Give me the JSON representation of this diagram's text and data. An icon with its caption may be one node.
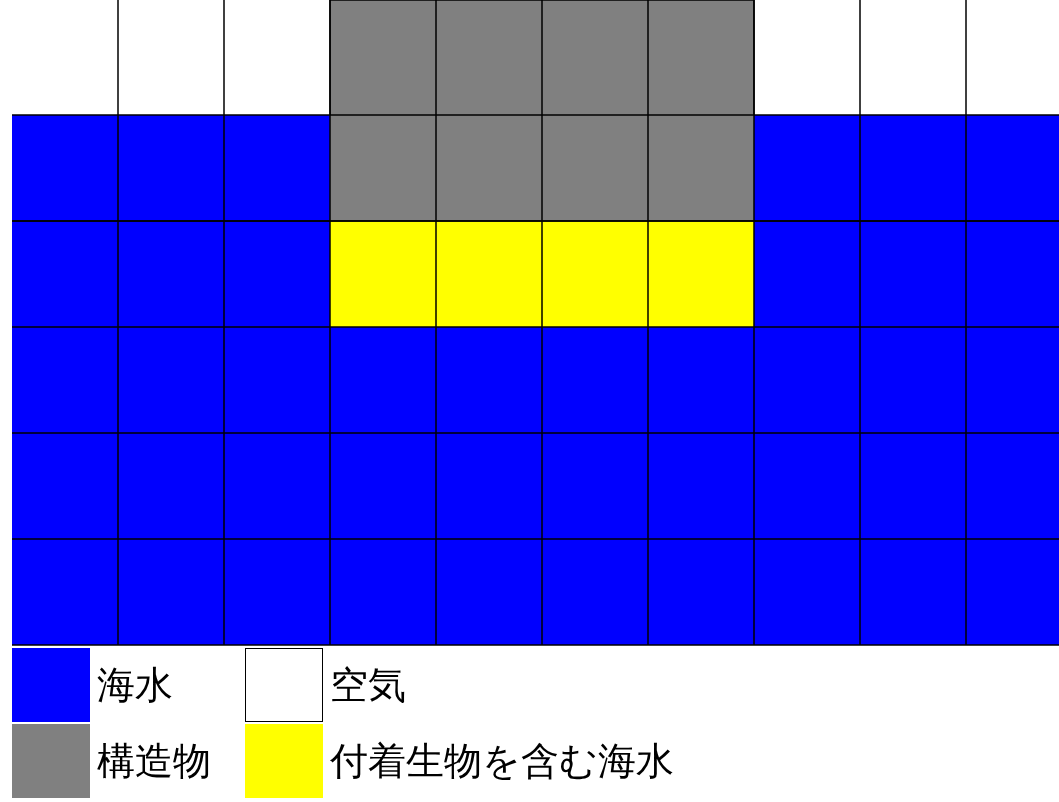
{
  "diagram": {
    "legend": [
      {
        "text": "海水",
        "color": "#0000ff"
      },
      {
        "text": "空気",
        "color": "#ffffff"
      },
      {
        "text": "構造物",
        "color": "#808080"
      },
      {
        "text": "付着生物を含む海水",
        "color": "#ffff00"
      }
    ]
  }
}
